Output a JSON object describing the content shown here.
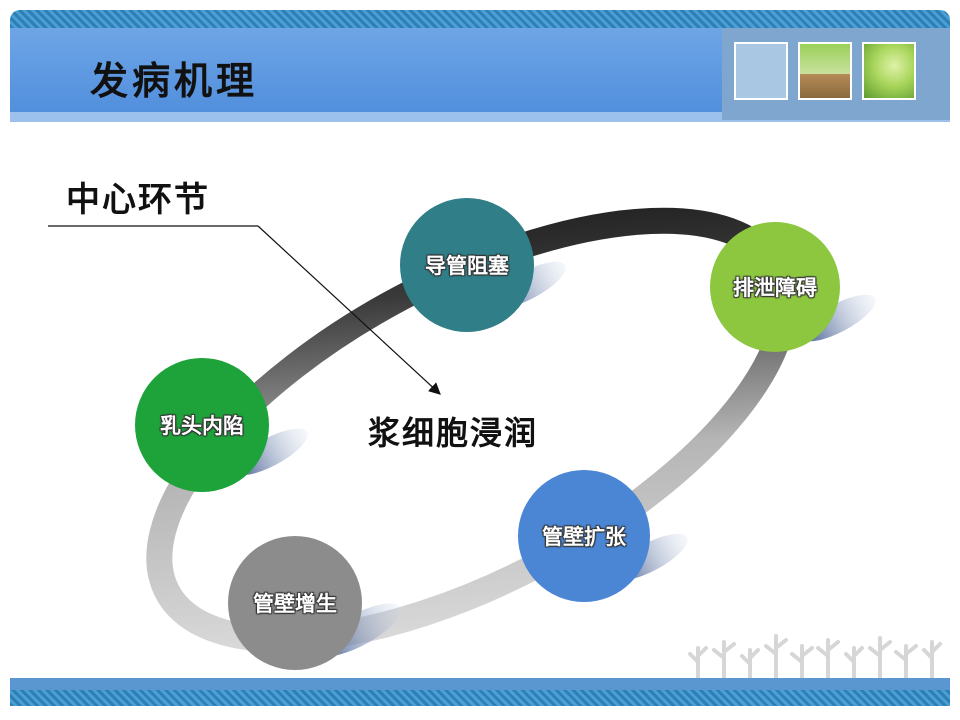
{
  "header": {
    "title": "发病机理"
  },
  "labels": {
    "key_link": "中心环节",
    "center": "浆细胞浸润"
  },
  "nodes": [
    {
      "id": "duct-obstruction",
      "label": "导管阻塞",
      "color": "#2f7e88"
    },
    {
      "id": "drainage-disorder",
      "label": "排泄障碍",
      "color": "#8dc63f"
    },
    {
      "id": "duct-dilation",
      "label": "管壁扩张",
      "color": "#4a86d4"
    },
    {
      "id": "wall-hyperplasia",
      "label": "管壁增生",
      "color": "#8c8c8c"
    },
    {
      "id": "nipple-inversion",
      "label": "乳头内陷",
      "color": "#1ea33a"
    }
  ],
  "colors": {
    "header_band": "#5b95df",
    "ring_dark": "#1e1e1e",
    "ring_light": "#dcdcdc"
  }
}
